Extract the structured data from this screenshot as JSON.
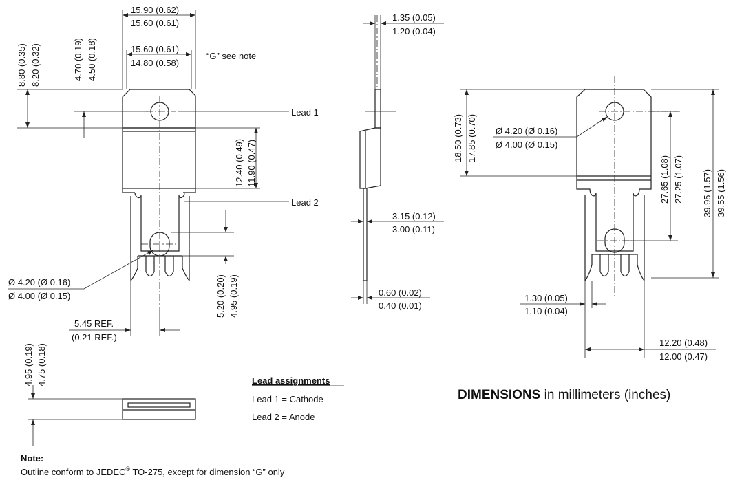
{
  "dimensions": {
    "top_width_outer": [
      "15.90 (0.62)",
      "15.60 (0.61)"
    ],
    "top_width_inner": [
      "15.60 (0.61)",
      "14.80 (0.58)"
    ],
    "g_note": "“G” see note",
    "left_8_80": [
      "8.80 (0.35)",
      "8.20 (0.32)"
    ],
    "left_4_70": [
      "4.70 (0.19)",
      "4.50 (0.18)"
    ],
    "body_12_40": [
      "12.40 (0.49)",
      "11.90 (0.47)"
    ],
    "hole_front": [
      "Ø 4.20 (Ø 0.16)",
      "Ø 4.00 (Ø 0.15)"
    ],
    "lead_5_20": [
      "5.20 (0.20)",
      "4.95 (0.19)"
    ],
    "pitch_ref": [
      "5.45 REF.",
      "(0.21 REF.)"
    ],
    "side_tab_1_35": [
      "1.35 (0.05)",
      "1.20 (0.04)"
    ],
    "side_body_3_15": [
      "3.15 (0.12)",
      "3.00 (0.11)"
    ],
    "side_lead_0_60": [
      "0.60 (0.02)",
      "0.40 (0.01)"
    ],
    "back_hole": [
      "Ø 4.20 (Ø 0.16)",
      "Ø 4.00 (Ø 0.15)"
    ],
    "back_18_50": [
      "18.50 (0.73)",
      "17.85 (0.70)"
    ],
    "back_27_65": [
      "27.65 (1.08)",
      "27.25 (1.07)"
    ],
    "back_39_95": [
      "39.95 (1.57)",
      "39.55 (1.56)"
    ],
    "back_lead_1_30": [
      "1.30 (0.05)",
      "1.10 (0.04)"
    ],
    "back_width_12_20": [
      "12.20 (0.48)",
      "12.00 (0.47)"
    ],
    "bottom_4_95": [
      "4.95 (0.19)",
      "4.75 (0.18)"
    ]
  },
  "labels": {
    "lead1": "Lead 1",
    "lead2": "Lead 2"
  },
  "lead_assignments": {
    "title": "Lead assignments",
    "lead1": "Lead 1 = Cathode",
    "lead2": "Lead 2 = Anode"
  },
  "units_title": {
    "bold": "DIMENSIONS",
    "rest": " in millimeters (inches)"
  },
  "note": {
    "title": "Note:",
    "text_before": "Outline conform to JEDEC",
    "sup": "®",
    "text_after": " TO-275, except for dimension “G” only"
  }
}
